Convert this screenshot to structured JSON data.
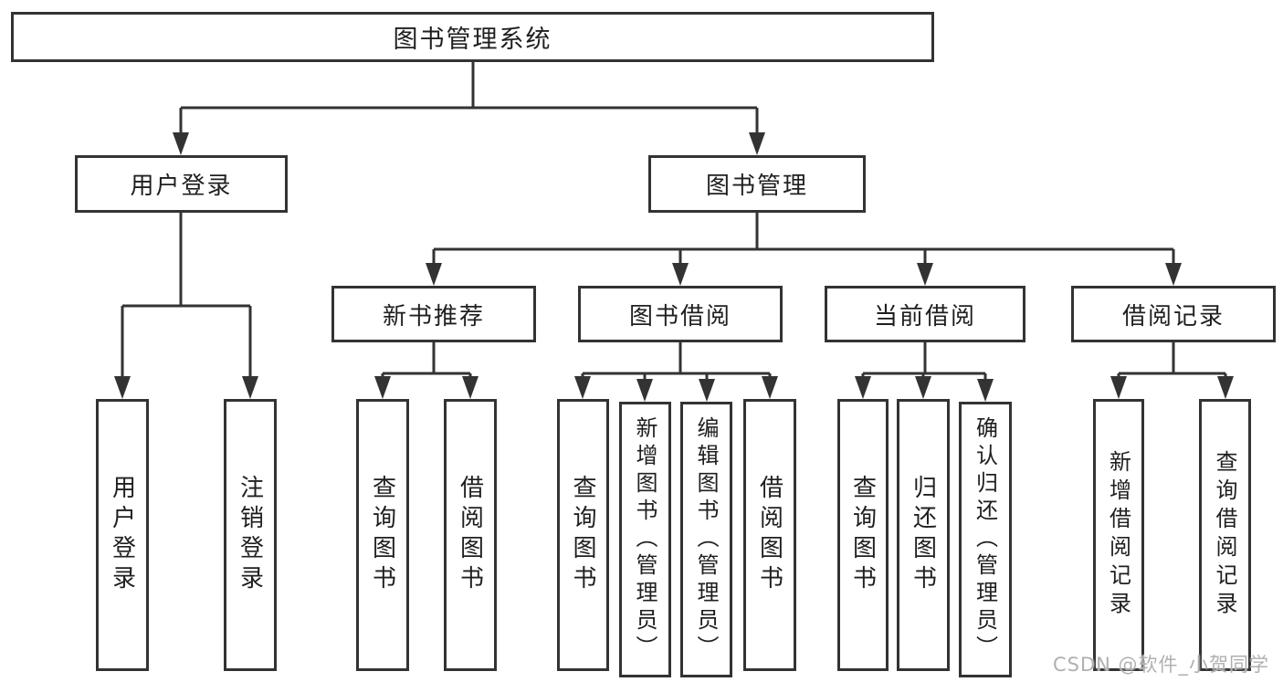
{
  "diagram": {
    "nodes": {
      "root": {
        "label": "图书管理系统"
      },
      "user_login": {
        "label": "用户登录"
      },
      "book_mgmt": {
        "label": "图书管理"
      },
      "leaf_user_login": {
        "label": "用户登录"
      },
      "leaf_logout": {
        "label": "注销登录"
      },
      "new_book_rec": {
        "label": "新书推荐"
      },
      "book_borrow": {
        "label": "图书借阅"
      },
      "current_borrow": {
        "label": "当前借阅"
      },
      "borrow_record": {
        "label": "借阅记录"
      },
      "nb_query_book": {
        "label": "查询图书"
      },
      "nb_borrow_book": {
        "label": "借阅图书"
      },
      "bb_query_book": {
        "label": "查询图书"
      },
      "bb_add_book": {
        "label": "新增图书（管理员）"
      },
      "bb_edit_book": {
        "label": "编辑图书（管理员）"
      },
      "bb_borrow_book": {
        "label": "借阅图书"
      },
      "cb_query_book": {
        "label": "查询图书"
      },
      "cb_return_book": {
        "label": "归还图书"
      },
      "cb_confirm_return": {
        "label": "确认归还（管理员）"
      },
      "br_add_record": {
        "label": "新增借阅记录"
      },
      "br_query_record": {
        "label": "查询借阅记录"
      }
    },
    "edges": [
      {
        "from": "root",
        "to": "user_login"
      },
      {
        "from": "root",
        "to": "book_mgmt"
      },
      {
        "from": "user_login",
        "to": "leaf_user_login"
      },
      {
        "from": "user_login",
        "to": "leaf_logout"
      },
      {
        "from": "book_mgmt",
        "to": "new_book_rec"
      },
      {
        "from": "book_mgmt",
        "to": "book_borrow"
      },
      {
        "from": "book_mgmt",
        "to": "current_borrow"
      },
      {
        "from": "book_mgmt",
        "to": "borrow_record"
      },
      {
        "from": "new_book_rec",
        "to": "nb_query_book"
      },
      {
        "from": "new_book_rec",
        "to": "nb_borrow_book"
      },
      {
        "from": "book_borrow",
        "to": "bb_query_book"
      },
      {
        "from": "book_borrow",
        "to": "bb_add_book"
      },
      {
        "from": "book_borrow",
        "to": "bb_edit_book"
      },
      {
        "from": "book_borrow",
        "to": "bb_borrow_book"
      },
      {
        "from": "current_borrow",
        "to": "cb_query_book"
      },
      {
        "from": "current_borrow",
        "to": "cb_return_book"
      },
      {
        "from": "current_borrow",
        "to": "cb_confirm_return"
      },
      {
        "from": "borrow_record",
        "to": "br_add_record"
      },
      {
        "from": "borrow_record",
        "to": "br_query_record"
      }
    ]
  },
  "watermark": {
    "text": "CSDN @软件_小贺同学"
  },
  "colors": {
    "line": "#333333",
    "box_border": "#333333",
    "box_fill": "#ffffff",
    "text": "#1f1f1f",
    "watermark": "#b0b0b0"
  }
}
